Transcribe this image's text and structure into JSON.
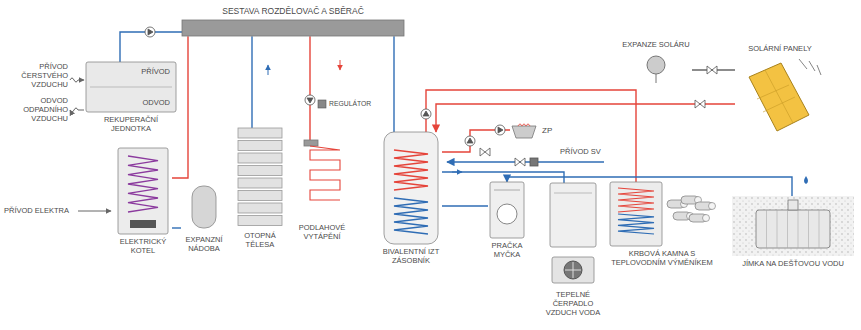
{
  "diagram": {
    "nodes": [
      {
        "text": [
          "SESTAVA ROZDĚLOVAČ A SBĚRAČ"
        ]
      },
      {
        "text": [
          "PŘÍVOD",
          "ODVOD",
          "REKUPERAČNÍ JEDNOTKA"
        ]
      },
      {
        "text": [
          "ELEKTRICKÝ KOTEL"
        ]
      },
      {
        "text": [
          "EXPANZNÍ NÁDOBA"
        ]
      },
      {
        "text": [
          "OTOPNÁ TĚLESA"
        ]
      },
      {
        "text": [
          "PODLAHOVÉ VYTÁPĚNÍ"
        ]
      },
      {
        "text": [
          "BIVALENTNÍ IZT ZÁSOBNÍK"
        ]
      },
      {
        "text": [
          "ZP"
        ]
      },
      {
        "text": [
          "PRAČKA MYČKA"
        ]
      },
      {
        "text": [
          "TEPELNÉ ČERPADLO VZDUCH VODA"
        ]
      },
      {
        "text": [
          "KRBOVÁ KAMNA S TEPLOVODNÍM VÝMĚNÍKEM"
        ]
      },
      {
        "text": [
          "EXPANZE SOLÁRU"
        ]
      },
      {
        "text": [
          "SOLÁRNÍ PANELY"
        ]
      },
      {
        "text": [
          "JÍMKA NA DEŠŤOVOU VODU"
        ]
      }
    ],
    "edges": [
      {
        "from": 0,
        "to": 1,
        "arrow": "none"
      },
      {
        "from": 0,
        "to": 2,
        "arrow": "none"
      },
      {
        "from": 2,
        "to": 3,
        "arrow": "none"
      },
      {
        "from": 0,
        "to": 4,
        "arrow": "none"
      },
      {
        "from": 0,
        "to": 5,
        "arrow": "none"
      },
      {
        "from": 0,
        "to": 6,
        "arrow": "none"
      },
      {
        "from": 6,
        "to": 7,
        "arrow": "none"
      },
      {
        "from": 6,
        "to": 8,
        "arrow": "none"
      },
      {
        "from": 6,
        "to": 9,
        "arrow": "none"
      },
      {
        "from": 6,
        "to": 10,
        "arrow": "none"
      },
      {
        "from": 12,
        "to": 6,
        "arrow": "to"
      },
      {
        "from": 11,
        "to": 12,
        "arrow": "none"
      },
      {
        "from": 13,
        "to": 8,
        "arrow": "to"
      }
    ],
    "labels": [
      "PŘÍVOD ČERSTVÉHO VZDUCHU",
      "ODVOD ODPADNÍHO VZDUCHU",
      "PŘÍVOD ELEKTRA",
      "REGULÁTOR",
      "PŘÍVOD SV"
    ]
  }
}
